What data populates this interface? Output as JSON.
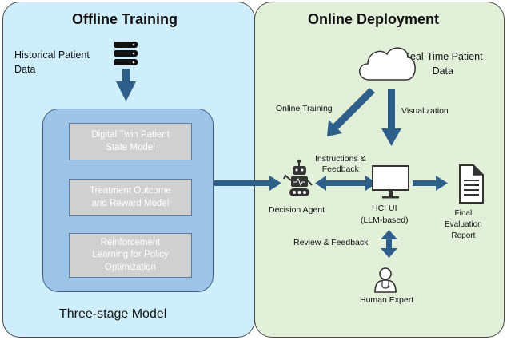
{
  "offline": {
    "title": "Offline Training",
    "source_label": "Historical Patient\nData",
    "stages": [
      "Digital Twin Patient\nState Model",
      "Treatment Outcome\nand Reward Model",
      "Reinforcement\nLearning for Policy\nOptimization"
    ],
    "footer": "Three-stage Model"
  },
  "online": {
    "title": "Online Deployment",
    "source_label": "Real-Time Patient\nData",
    "online_training_label": "Online Training",
    "visualization_label": "Visualization",
    "instructions_label": "Instructions &\nFeedback",
    "agent_label": "Decision Agent",
    "ui_label": "HCI UI\n(LLM-based)",
    "report_label": "Final\nEvaluation\nReport",
    "review_label": "Review & Feedback",
    "expert_label": "Human Expert"
  },
  "colors": {
    "offline_bg": "#cfeefc",
    "online_bg": "#e2f0d9",
    "stage_container": "#9dc3e6",
    "stage_box": "#d0d0d0",
    "arrow": "#2e5f8a"
  }
}
